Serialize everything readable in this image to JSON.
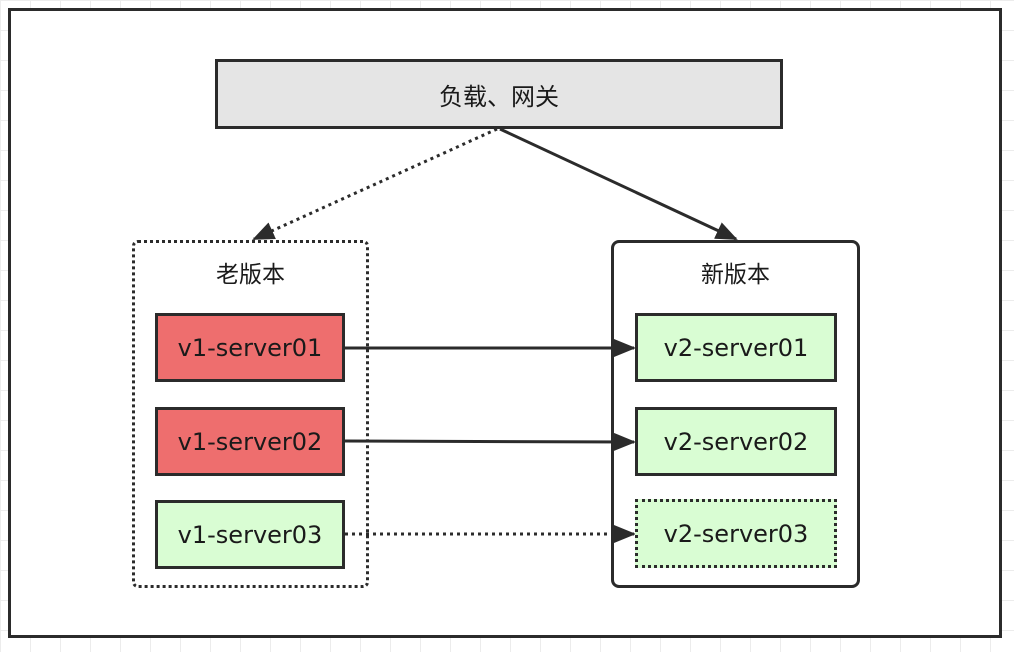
{
  "gateway": {
    "label": "负载、网关"
  },
  "groups": {
    "old": {
      "title": "老版本"
    },
    "new": {
      "title": "新版本"
    }
  },
  "servers": {
    "old": [
      {
        "label": "v1-server01",
        "color": "#ee6e6e"
      },
      {
        "label": "v1-server02",
        "color": "#ee6e6e"
      },
      {
        "label": "v1-server03",
        "color": "#d9fdd3"
      }
    ],
    "new": [
      {
        "label": "v2-server01",
        "color": "#d9fdd3"
      },
      {
        "label": "v2-server02",
        "color": "#d9fdd3"
      },
      {
        "label": "v2-server03",
        "color": "#d9fdd3"
      }
    ]
  },
  "colors": {
    "line": "#2b2b2b",
    "gateway_fill": "#e5e5e5"
  }
}
